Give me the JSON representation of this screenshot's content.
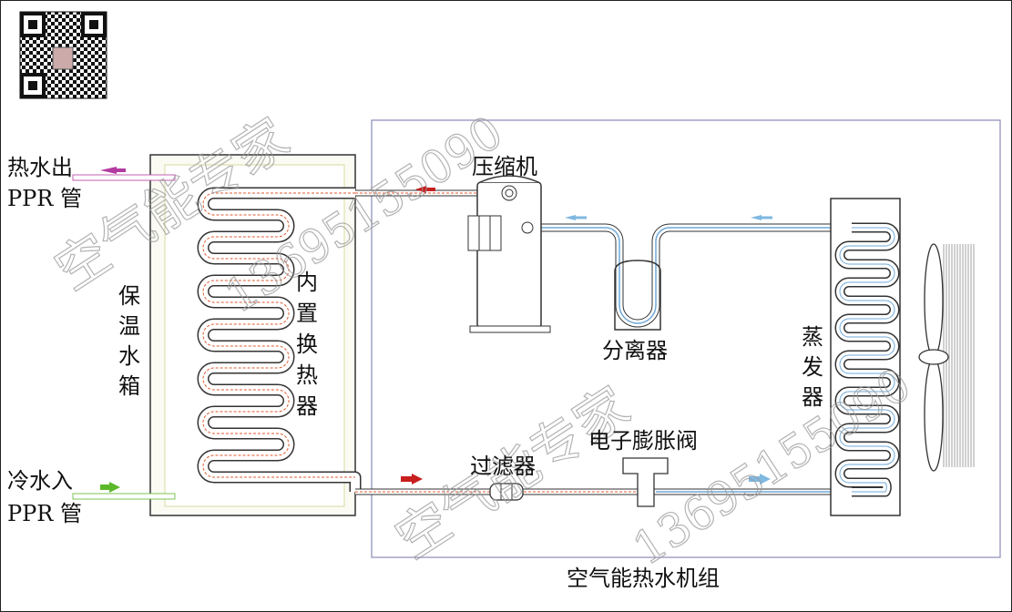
{
  "labels": {
    "hot_water_out": "热水出",
    "hot_pipe": "PPR 管",
    "cold_water_in": "冷水入",
    "cold_pipe": "PPR 管",
    "tank": [
      "保",
      "温",
      "水",
      "箱"
    ],
    "coil": [
      "内",
      "置",
      "换",
      "热",
      "器"
    ],
    "compressor": "压缩机",
    "separator": "分离器",
    "evaporator": [
      "蒸",
      "发",
      "器"
    ],
    "filter": "过滤器",
    "expansion_valve": "电子膨胀阀",
    "unit_title": "空气能热水机组"
  },
  "watermarks": {
    "brand": "空气能专家",
    "phone": "13695155090"
  },
  "colors": {
    "hot_arrow": "#c81e1e",
    "cold_arrow": "#7fb8e0",
    "out_arrow": "#b33aa0",
    "in_arrow": "#5cb82a",
    "hot_pipe": "#e05a30",
    "cold_pipe": "#6fa8d8",
    "unit_border": "#8a8ab8"
  },
  "icons": [
    "qr-code-icon",
    "fan-icon"
  ]
}
